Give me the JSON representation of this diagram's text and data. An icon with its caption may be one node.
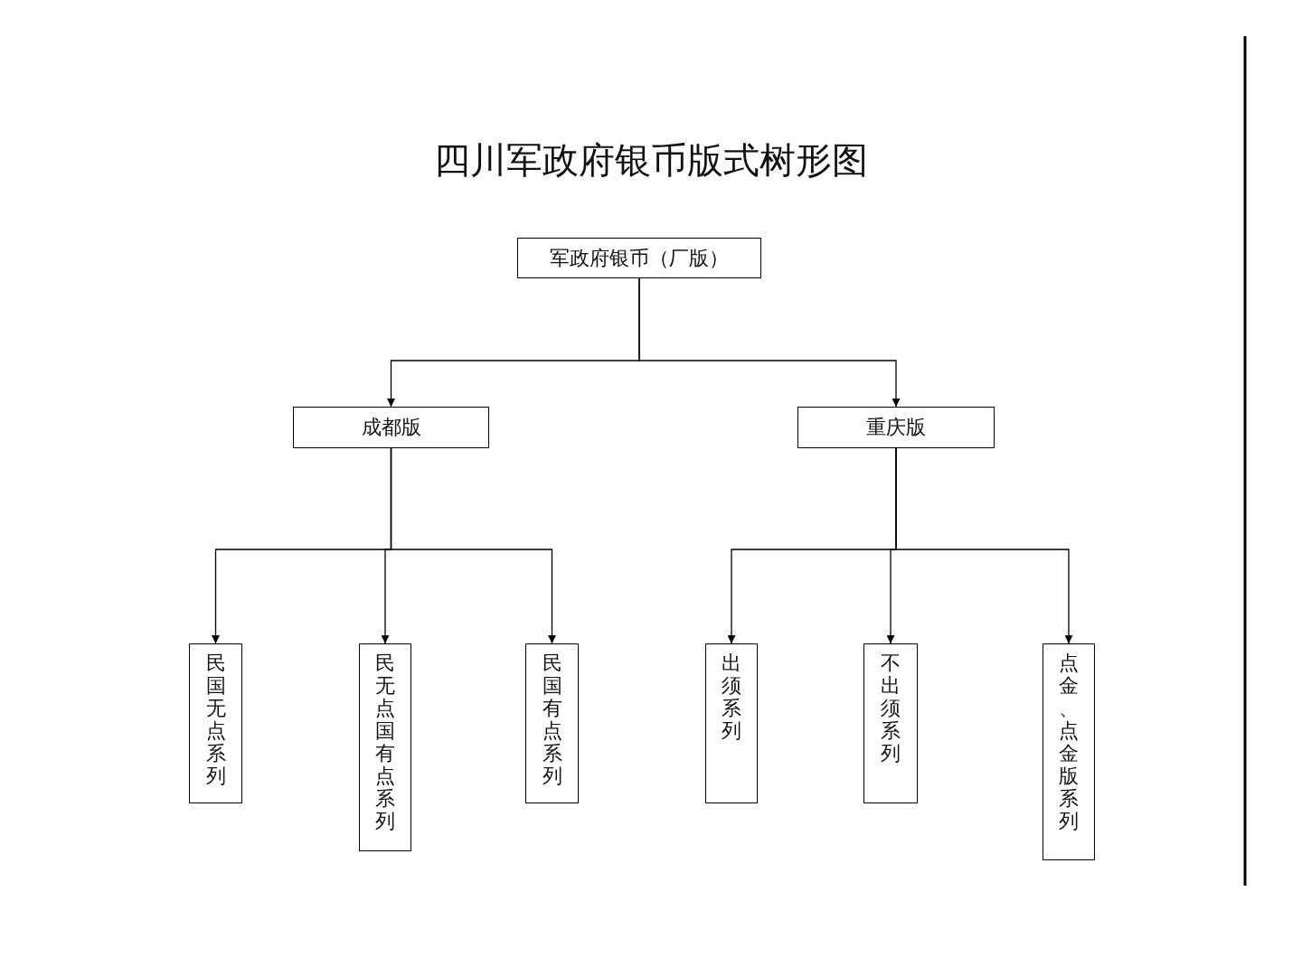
{
  "diagram": {
    "title": "四川军政府银币版式树形图",
    "nodes": [
      {
        "text": [
          "军政府银币（厂版）"
        ]
      },
      {
        "text": [
          "成都版"
        ]
      },
      {
        "text": [
          "重庆版"
        ]
      },
      {
        "text": [
          "民国无点系列"
        ]
      },
      {
        "text": [
          "民无点国有点系列"
        ]
      },
      {
        "text": [
          "民国有点系列"
        ]
      },
      {
        "text": [
          "出须系列"
        ]
      },
      {
        "text": [
          "不出须系列"
        ]
      },
      {
        "text": [
          "点金、点金版系列"
        ]
      }
    ],
    "edges": [
      {
        "from": 0,
        "to": 1,
        "arrow": "to"
      },
      {
        "from": 0,
        "to": 2,
        "arrow": "to"
      },
      {
        "from": 1,
        "to": 3,
        "arrow": "to"
      },
      {
        "from": 1,
        "to": 4,
        "arrow": "to"
      },
      {
        "from": 1,
        "to": 5,
        "arrow": "to"
      },
      {
        "from": 2,
        "to": 6,
        "arrow": "to"
      },
      {
        "from": 2,
        "to": 7,
        "arrow": "to"
      },
      {
        "from": 2,
        "to": 8,
        "arrow": "to"
      }
    ]
  }
}
